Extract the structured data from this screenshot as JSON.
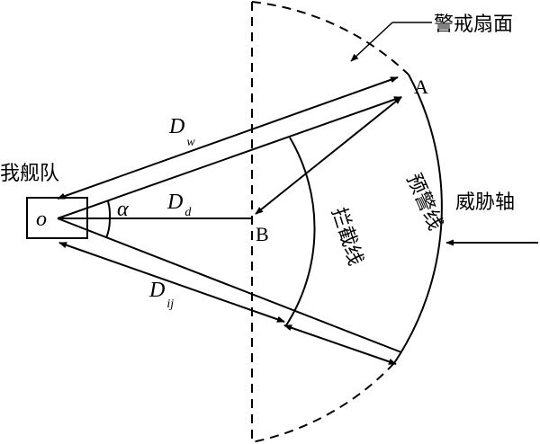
{
  "labels": {
    "warning_sector": "警戒扇面",
    "our_fleet": "我舰队",
    "threat_axis": "威胁轴",
    "intercept_line": "拦截线",
    "early_warning_line": "预警线",
    "point_a": "A",
    "point_b": "B",
    "origin": "o",
    "alpha": "α",
    "d_w_main": "D",
    "d_w_sub": "w",
    "d_d_main": "D",
    "d_d_sub": "d",
    "d_ij_main": "D",
    "d_ij_sub": "ij"
  }
}
